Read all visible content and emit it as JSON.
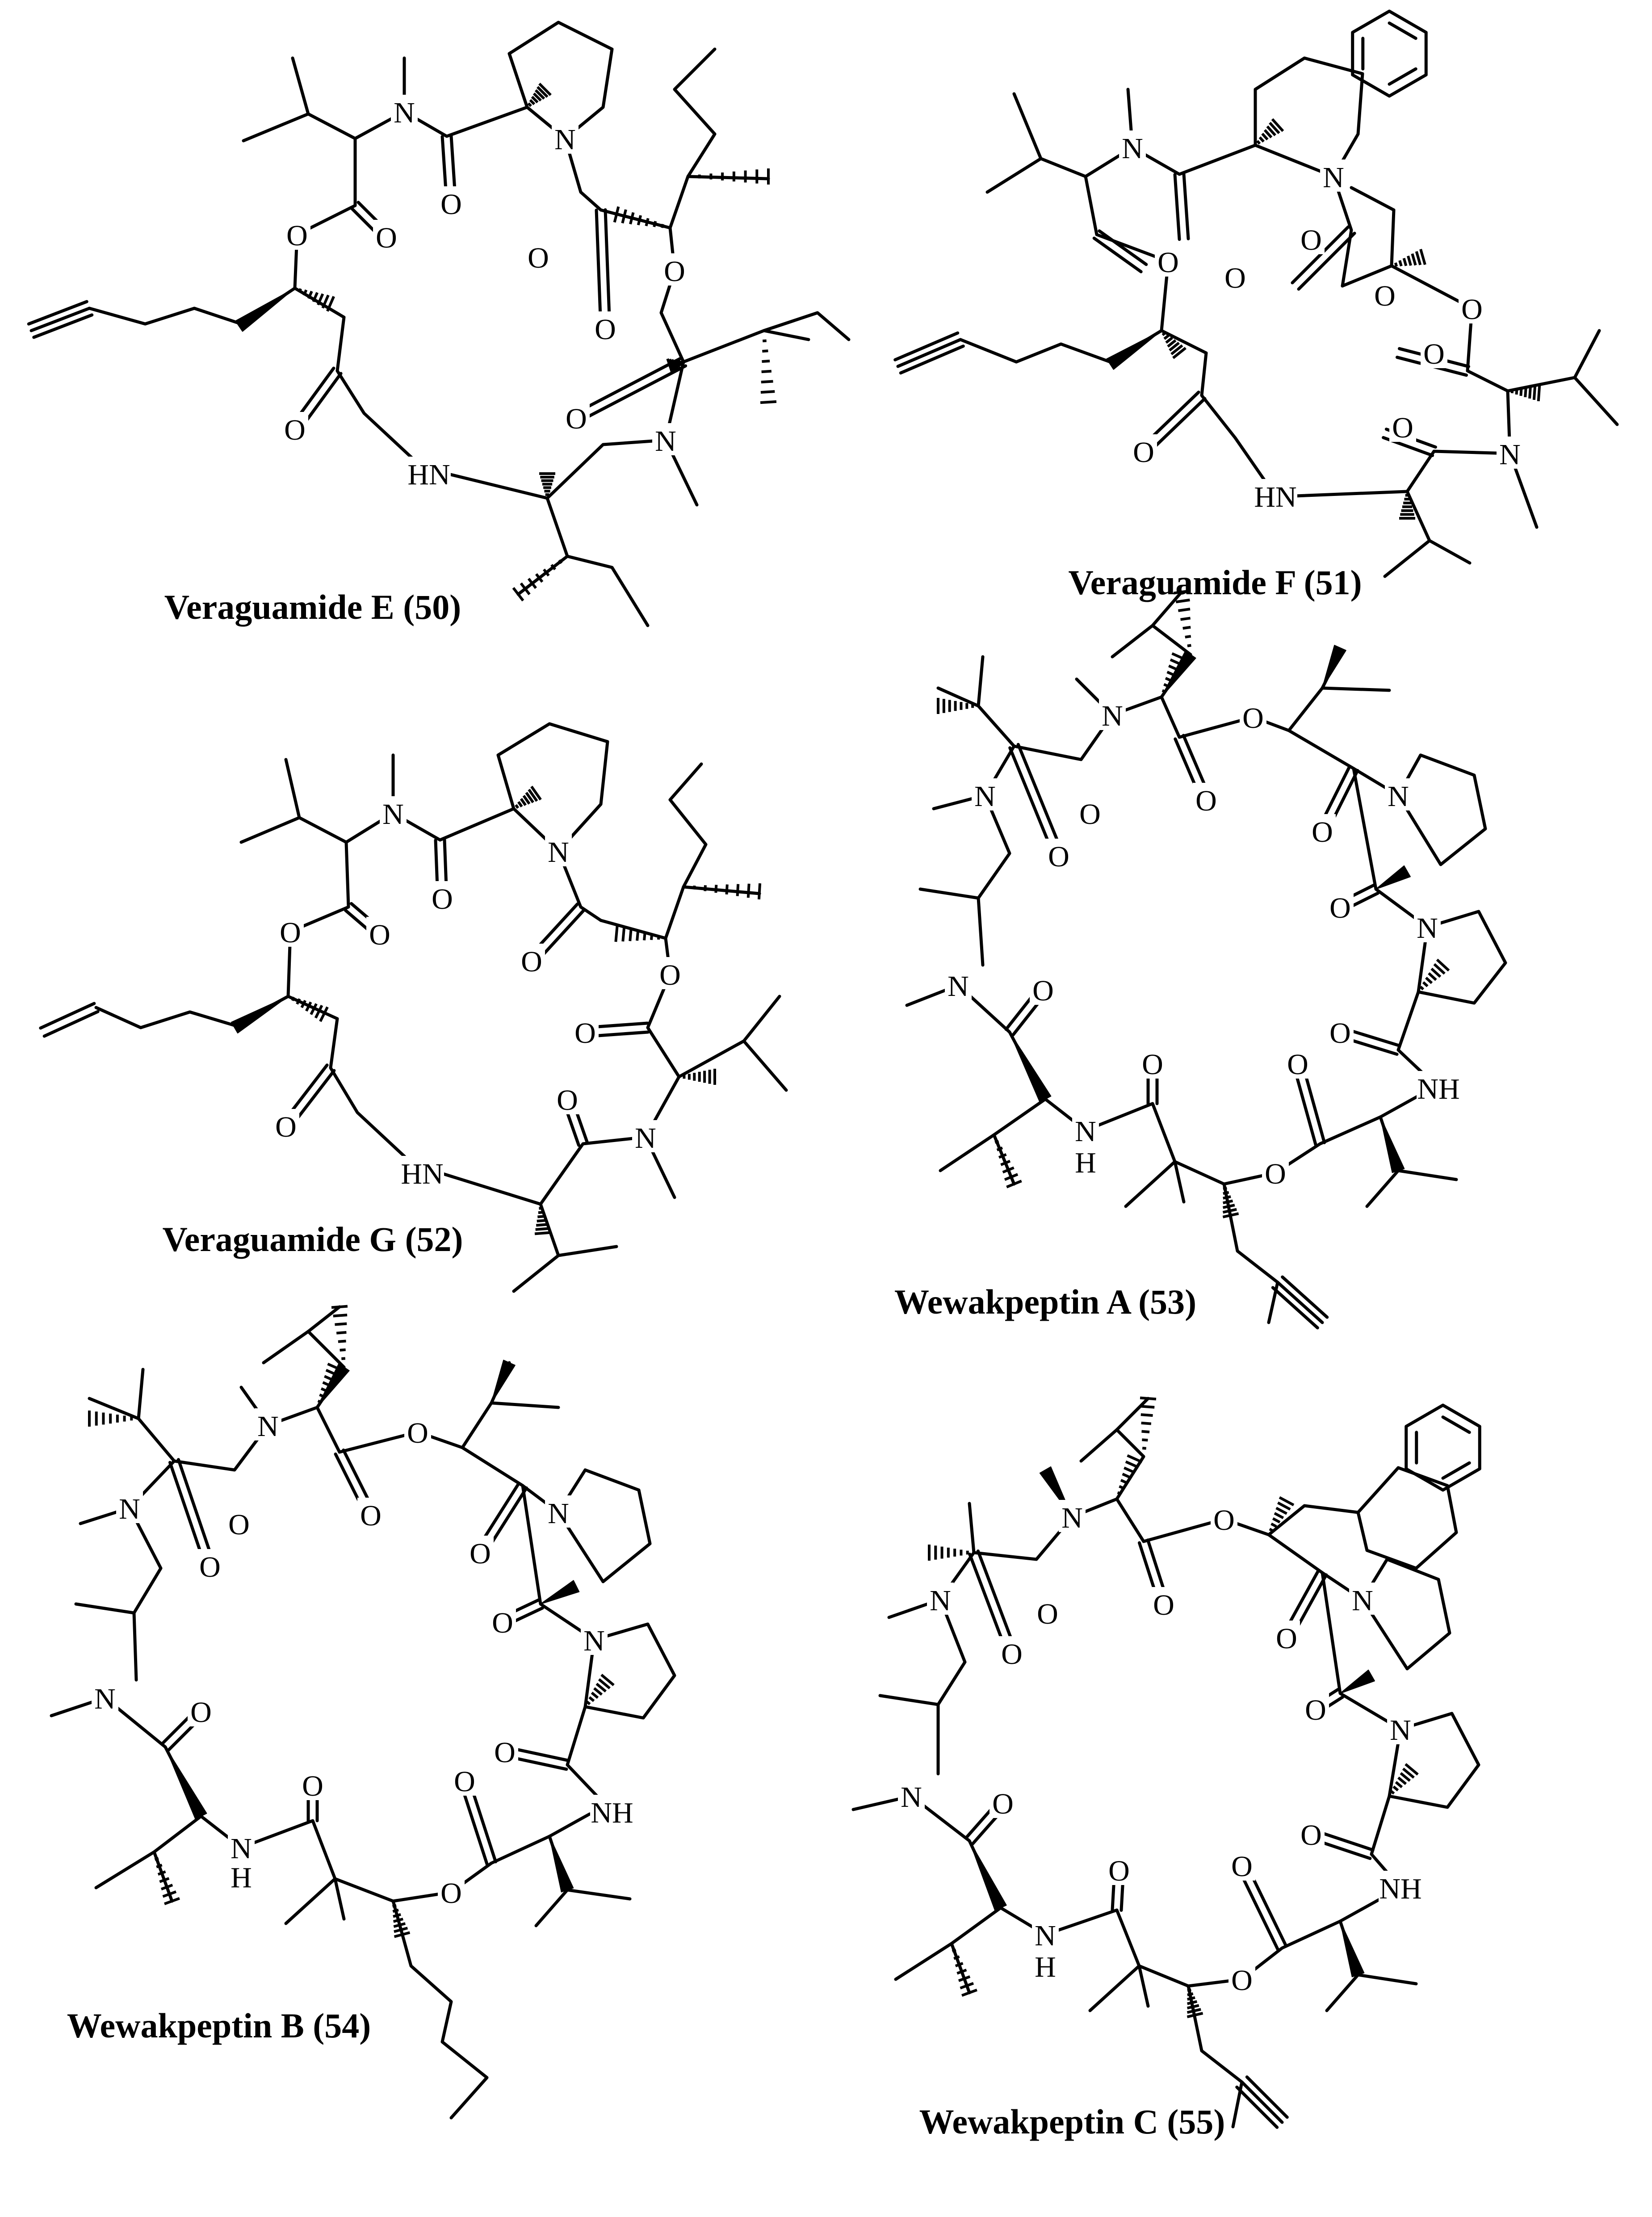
{
  "figure": {
    "compounds": [
      {
        "caption": "Veraguamide E (50)"
      },
      {
        "caption": "Veraguamide F (51)"
      },
      {
        "caption": "Veraguamide G (52)"
      },
      {
        "caption": "Wewakpeptin A (53)"
      },
      {
        "caption": "Wewakpeptin B (54)"
      },
      {
        "caption": "Wewakpeptin C (55)"
      }
    ]
  },
  "atom_symbols": {
    "nitrogen": "N",
    "oxygen": "O",
    "amide_nh": "HN",
    "amide_nh_right": "NH",
    "nitrogen_short": "N",
    "hydrogen": "H"
  }
}
